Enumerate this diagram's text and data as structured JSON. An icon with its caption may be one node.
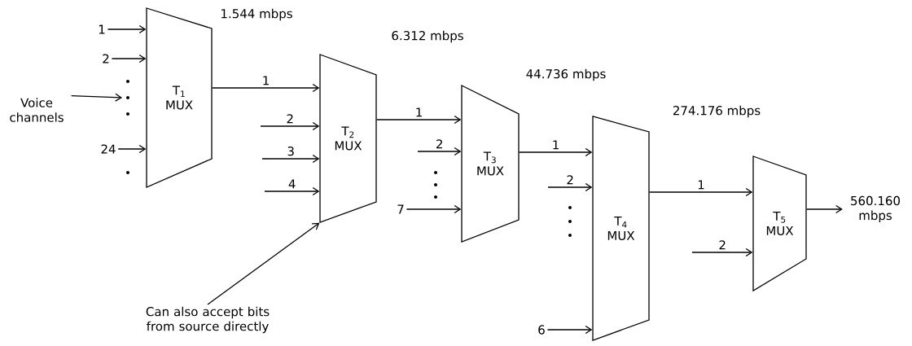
{
  "diagram": {
    "nodes": [
      {
        "text": [
          "1"
        ]
      },
      {
        "text": [
          "2"
        ]
      },
      {
        "text": [
          "24"
        ]
      },
      {
        "text": [
          "Voice channels"
        ]
      },
      {
        "text": [
          "T$_{1}$",
          "MUX"
        ]
      },
      {
        "text": [
          "T$_{2}$",
          "MUX"
        ]
      },
      {
        "text": [
          "T$_{3}$",
          "MUX"
        ]
      },
      {
        "text": [
          "7"
        ]
      },
      {
        "text": [
          "T$_{4}$",
          "MUX"
        ]
      },
      {
        "text": [
          "6"
        ]
      },
      {
        "text": [
          "T$_{5}$",
          "MUX"
        ]
      },
      {
        "text": [
          "560.160 mbps"
        ]
      },
      {
        "text": [
          "Can also accept bits from source directly"
        ]
      }
    ],
    "edges": [
      {
        "from": 0,
        "to": 4,
        "arrow": "to"
      },
      {
        "from": 1,
        "to": 4,
        "arrow": "to"
      },
      {
        "from": 2,
        "to": 4,
        "arrow": "to"
      },
      {
        "from": 3,
        "to": null,
        "arrow": "to"
      },
      {
        "from": 4,
        "to": 5,
        "arrow": "to",
        "label": "1"
      },
      {
        "from": null,
        "to": 5,
        "arrow": "to",
        "label": "2"
      },
      {
        "from": null,
        "to": 5,
        "arrow": "to",
        "label": "3"
      },
      {
        "from": null,
        "to": 5,
        "arrow": "to",
        "label": "4"
      },
      {
        "from": 5,
        "to": 6,
        "arrow": "to",
        "label": "1"
      },
      {
        "from": null,
        "to": 6,
        "arrow": "to",
        "label": "2"
      },
      {
        "from": 7,
        "to": 6,
        "arrow": "to"
      },
      {
        "from": 6,
        "to": 8,
        "arrow": "to",
        "label": "1"
      },
      {
        "from": null,
        "to": 8,
        "arrow": "to",
        "label": "2"
      },
      {
        "from": 9,
        "to": 8,
        "arrow": "to"
      },
      {
        "from": 8,
        "to": 10,
        "arrow": "to",
        "label": "1"
      },
      {
        "from": null,
        "to": 10,
        "arrow": "to",
        "label": "2"
      },
      {
        "from": 10,
        "to": 11,
        "arrow": "to"
      },
      {
        "from": 12,
        "to": 5,
        "arrow": "to"
      }
    ],
    "labels": [
      "1.544 mbps",
      "6.312 mbps",
      "44.736 mbps",
      "274.176 mbps"
    ]
  }
}
